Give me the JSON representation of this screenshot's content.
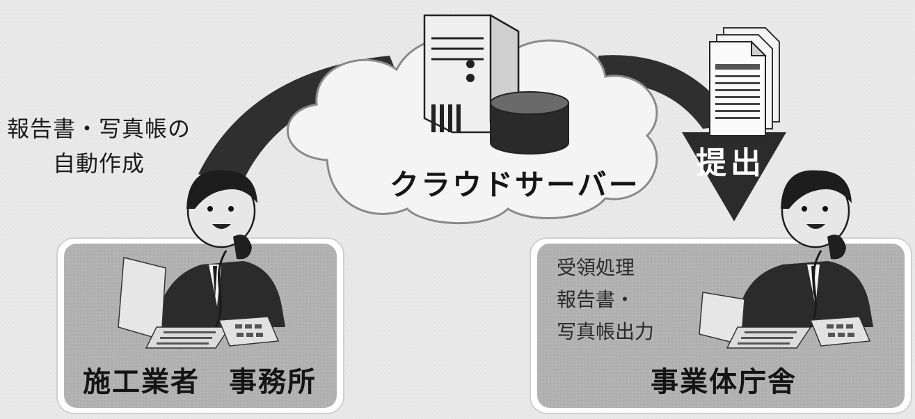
{
  "notes": {
    "auto_create_line1": "報告書・写真帳の",
    "auto_create_line2": "自動作成"
  },
  "cloud": {
    "label": "クラウドサーバー"
  },
  "arrow": {
    "label": "提出"
  },
  "offices": {
    "contractor": {
      "label": "施工業者　事務所"
    },
    "agency": {
      "label": "事業体庁舎",
      "tasks": [
        "受領処理",
        "報告書・",
        "写真帳出力"
      ]
    }
  },
  "colors": {
    "background": "#e9e9e9",
    "arc": "#2f2f2f",
    "panel": "#b0b0b0",
    "cloud": "#f4f4f4",
    "suit": "#2b2b2b"
  },
  "icons": [
    "server-icon",
    "database-icon",
    "document-icon",
    "person-icon",
    "laptop-icon",
    "phone-icon"
  ]
}
